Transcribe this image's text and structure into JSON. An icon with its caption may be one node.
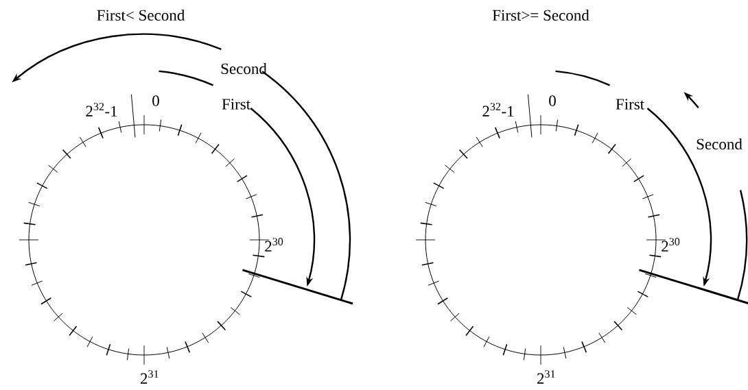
{
  "diagram": {
    "labels": [
      "First< Second",
      "First>= Second",
      "Second",
      "2$^{32}$-1",
      "0",
      "First",
      "2$^{32}$-1",
      "0",
      "First",
      "Second",
      "2$^{30}$",
      "2$^{30}$",
      "2$^{31}$",
      "2$^{31}$"
    ]
  }
}
